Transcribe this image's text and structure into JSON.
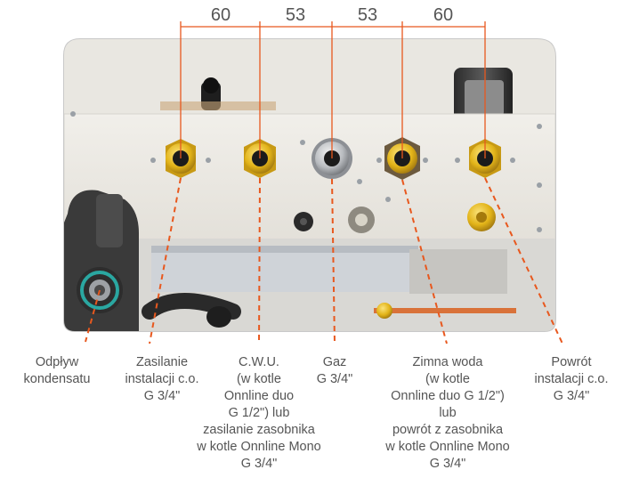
{
  "dimensions": {
    "d1": "60",
    "d2": "53",
    "d3": "53",
    "d4": "60"
  },
  "callouts": {
    "odplyw": [
      "Odpływ",
      "kondensatu"
    ],
    "zasilanie": [
      "Zasilanie",
      "instalacji c.o.",
      "G 3/4\""
    ],
    "cwu": [
      "C.W.U.",
      "(w kotle",
      "Onnline duo",
      "G 1/2\") lub",
      "zasilanie zasobnika",
      "w kotle Onnline Mono",
      "G 3/4\""
    ],
    "gaz": [
      "Gaz",
      "G 3/4\""
    ],
    "zimna": [
      "Zimna woda",
      "(w kotle",
      "Onnline duo G 1/2\")",
      "lub",
      "powrót z zasobnika",
      "w kotle Onnline Mono",
      "G 3/4\""
    ],
    "powrot": [
      "Powrót",
      "instalacji c.o.",
      "G 3/4\""
    ]
  },
  "colors": {
    "accent": "#e8581e",
    "text": "#555555",
    "panel": "#ebe9e4",
    "outline": "#c9c9c9",
    "brass": "#e2b318"
  }
}
